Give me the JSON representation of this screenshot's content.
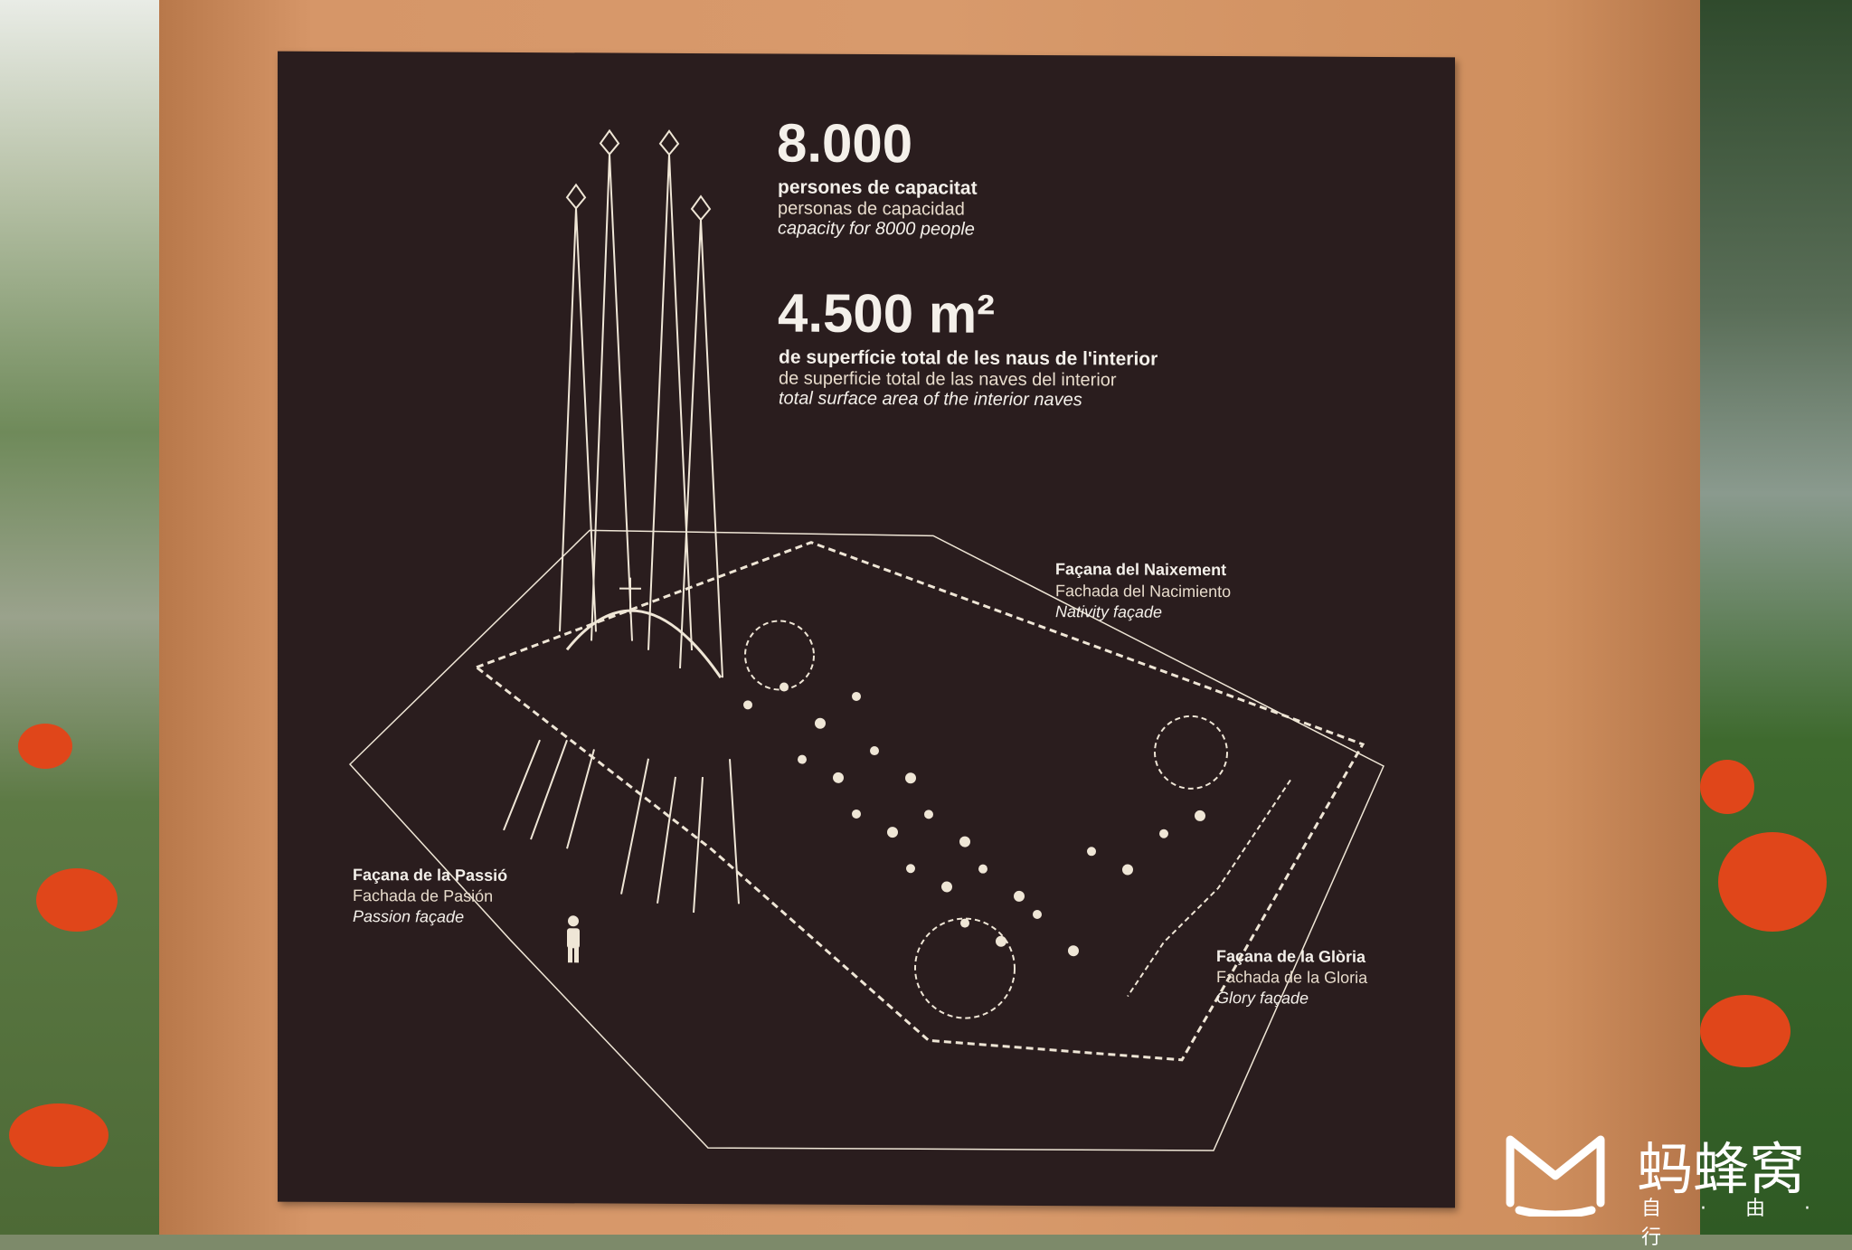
{
  "stats": [
    {
      "value": "8.000",
      "catalan": "persones de capacitat",
      "spanish": "personas de capacidad",
      "english": "capacity for 8000 people"
    },
    {
      "value": "4.500 m²",
      "catalan": "de superfície total de les naus de l'interior",
      "spanish": "de superficie total de las naves del interior",
      "english": "total surface area of the interior naves"
    }
  ],
  "facades": {
    "nativity": {
      "catalan": "Façana del Naixement",
      "spanish": "Fachada del Nacimiento",
      "english": "Nativity façade"
    },
    "passion": {
      "catalan": "Façana de la Passió",
      "spanish": "Fachada de Pasión",
      "english": "Passion façade"
    },
    "glory": {
      "catalan": "Façana de la Glòria",
      "spanish": "Fachada de la Gloria",
      "english": "Glory façade"
    }
  },
  "watermark": {
    "brand": "蚂蜂窝",
    "tagline": "自 · 由 · 行"
  },
  "colors": {
    "board": "#2a1d1e",
    "wood": "#d69668",
    "line": "#efe6d6"
  }
}
